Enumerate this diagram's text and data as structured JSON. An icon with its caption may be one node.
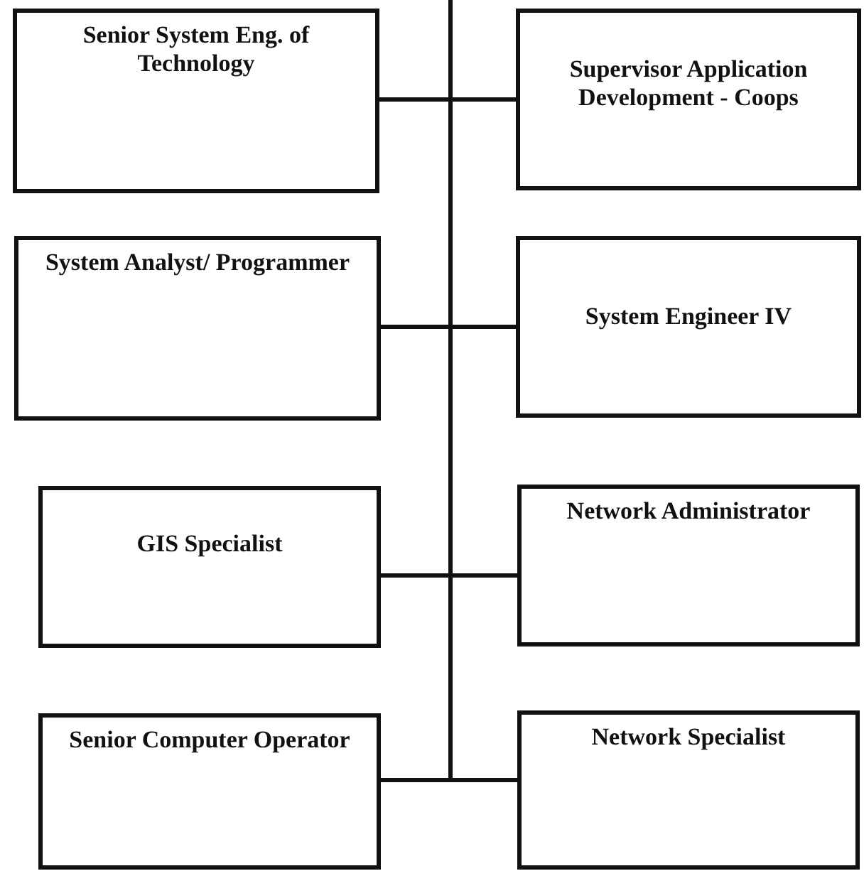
{
  "diagram": {
    "nodes": [
      {
        "text": [
          "Senior System Eng. of Technology"
        ]
      },
      {
        "text": [
          "Supervisor Application Development - Coops"
        ]
      },
      {
        "text": [
          "System Analyst/ Programmer"
        ]
      },
      {
        "text": [
          "System Engineer IV"
        ]
      },
      {
        "text": [
          "GIS Specialist"
        ]
      },
      {
        "text": [
          "Network Administrator"
        ]
      },
      {
        "text": [
          "Senior Computer Operator"
        ]
      },
      {
        "text": [
          "Network Specialist"
        ]
      }
    ],
    "edges": [
      {
        "from": null,
        "to": 0,
        "arrow": "none"
      },
      {
        "from": null,
        "to": 1,
        "arrow": "none"
      },
      {
        "from": null,
        "to": 2,
        "arrow": "none"
      },
      {
        "from": null,
        "to": 3,
        "arrow": "none"
      },
      {
        "from": null,
        "to": 4,
        "arrow": "none"
      },
      {
        "from": null,
        "to": 5,
        "arrow": "none"
      },
      {
        "from": null,
        "to": 6,
        "arrow": "none"
      },
      {
        "from": null,
        "to": 7,
        "arrow": "none"
      }
    ]
  }
}
